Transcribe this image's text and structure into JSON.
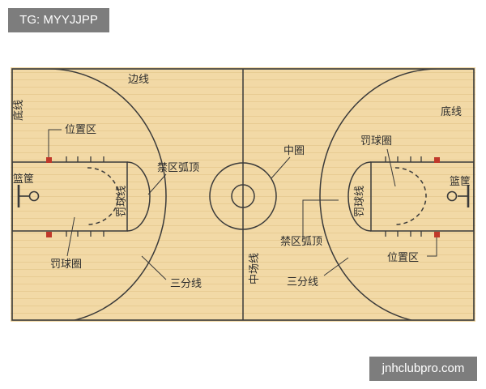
{
  "watermarks": {
    "top": "TG: MYYJJPP",
    "bottom": "jnhclubpro.com"
  },
  "labels": {
    "sideline": "边线",
    "baseline_left": "底线",
    "baseline_right": "底线",
    "position_area_left": "位置区",
    "position_area_right": "位置区",
    "basket_left": "篮筐",
    "basket_right": "篮筐",
    "free_throw_line": "罚球线",
    "free_throw_line_right": "罚球线",
    "key_arc_left": "禁区弧顶",
    "key_arc_right": "禁区弧顶",
    "free_throw_circle_left": "罚球圈",
    "free_throw_circle_right": "罚球圈",
    "three_point_left": "三分线",
    "three_point_right": "三分线",
    "center_circle": "中圈",
    "half_court_line": "中场线"
  },
  "colors": {
    "court": "#f2d9a6",
    "lines": "#3a3a3a",
    "position_marker": "#c0392b",
    "watermark_bg": "#7d7d7d"
  }
}
